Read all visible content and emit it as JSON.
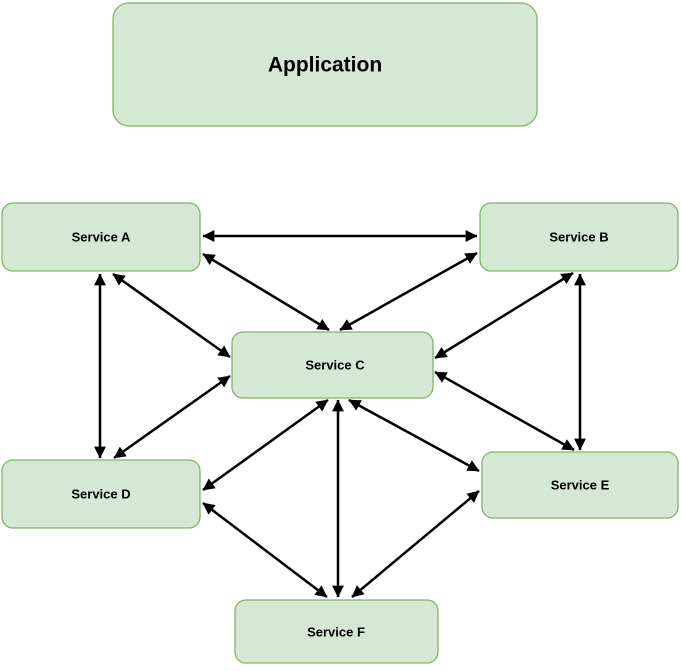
{
  "nodes": {
    "application": {
      "label": "Application"
    },
    "service_a": {
      "label": "Service A"
    },
    "service_b": {
      "label": "Service B"
    },
    "service_c": {
      "label": "Service C"
    },
    "service_d": {
      "label": "Service D"
    },
    "service_e": {
      "label": "Service E"
    },
    "service_f": {
      "label": "Service F"
    }
  },
  "edges": [
    {
      "from": "Service A",
      "to": "Service B",
      "type": "bidirectional"
    },
    {
      "from": "Service A",
      "to": "Service D",
      "type": "bidirectional"
    },
    {
      "from": "Service B",
      "to": "Service E",
      "type": "bidirectional"
    },
    {
      "from": "Service A",
      "to": "Service C",
      "type": "bidirectional"
    },
    {
      "from": "Service B",
      "to": "Service C",
      "type": "bidirectional"
    },
    {
      "from": "Service A",
      "to": "Service C",
      "type": "bidirectional"
    },
    {
      "from": "Service D",
      "to": "Service C",
      "type": "bidirectional"
    },
    {
      "from": "Service B",
      "to": "Service C",
      "type": "bidirectional"
    },
    {
      "from": "Service C",
      "to": "Service E",
      "type": "bidirectional"
    },
    {
      "from": "Service D",
      "to": "Service C",
      "type": "bidirectional"
    },
    {
      "from": "Service C",
      "to": "Service E",
      "type": "bidirectional"
    },
    {
      "from": "Service C",
      "to": "Service F",
      "type": "bidirectional"
    },
    {
      "from": "Service D",
      "to": "Service F",
      "type": "bidirectional"
    },
    {
      "from": "Service E",
      "to": "Service F",
      "type": "bidirectional"
    }
  ],
  "colors": {
    "node_fill": "#d5e8d4",
    "node_border": "#82b366",
    "arrow": "#000000",
    "text": "#000000",
    "background": "#ffffff"
  }
}
